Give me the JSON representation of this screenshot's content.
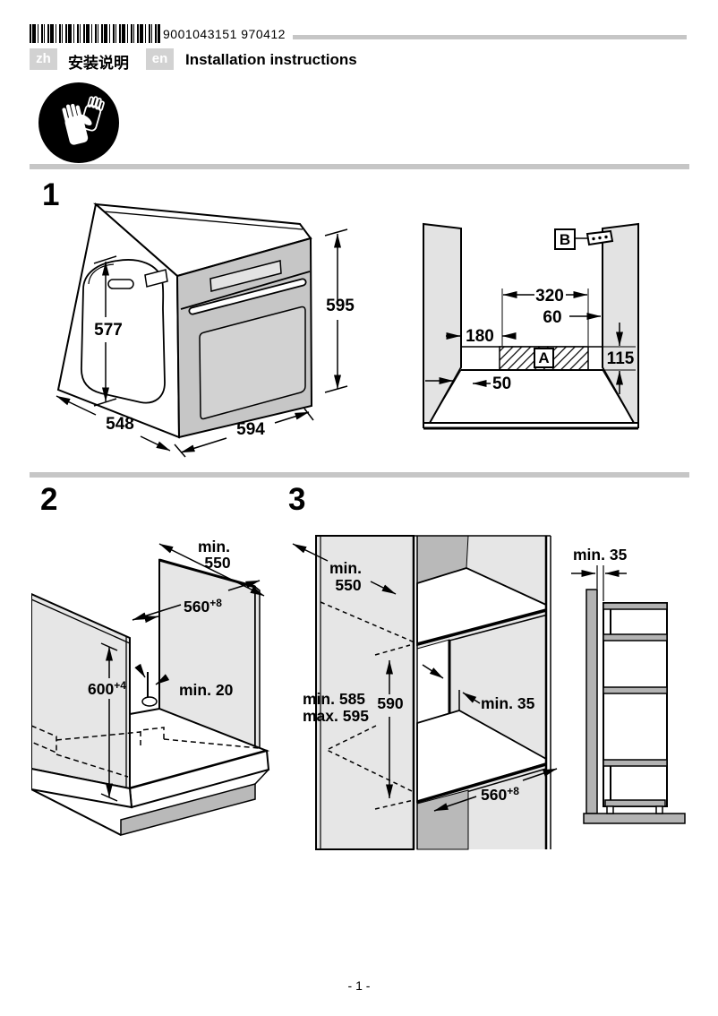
{
  "header": {
    "barcode_number": "9001043151 970412",
    "languages": [
      {
        "code": "zh",
        "title": "安装说明"
      },
      {
        "code": "en",
        "title": "Installation instructions"
      }
    ],
    "safety_icon": "protective-gloves-icon"
  },
  "colors": {
    "divider_gray": "#c6c6c6",
    "lang_box_gray": "#d2d2d2",
    "panel_gray": "#e6e6e6",
    "wall_gray": "#e3e3e3",
    "dark_gray": "#b9b9b9",
    "side_gray": "#b3b3b3",
    "oven_front_gray": "#c6c6c6",
    "door_glass_gray": "#d2d2d2",
    "display_gray": "#e3e3e3"
  },
  "figures": {
    "fig1": {
      "number": "1",
      "oven": {
        "height": "595",
        "inner_height": "577",
        "depth": "548",
        "width": "594"
      },
      "niche": {
        "zone_width": "320",
        "zone_right_gap": "60",
        "zone_left_offset": "180",
        "zone_height": "115",
        "corner_clearance": "50",
        "zone_label": "A",
        "bracket_label": "B"
      }
    },
    "fig2": {
      "number": "2",
      "dims": {
        "depth_min_l1": "min.",
        "depth_min_l2": "550",
        "width": "560",
        "width_tol": "+8",
        "height": "600",
        "height_tol": "+4",
        "rear_clearance": "min. 20"
      }
    },
    "fig3": {
      "number": "3",
      "dims": {
        "depth_min_l1": "min.",
        "depth_min_l2": "550",
        "front_height_min": "min. 585",
        "front_height_max": "max. 595",
        "niche_height": "590",
        "rear_clearance": "min. 35",
        "width": "560",
        "width_tol": "+8"
      },
      "side": {
        "wall_clearance": "min. 35"
      }
    }
  },
  "footer": {
    "page_number": "- 1 -"
  }
}
